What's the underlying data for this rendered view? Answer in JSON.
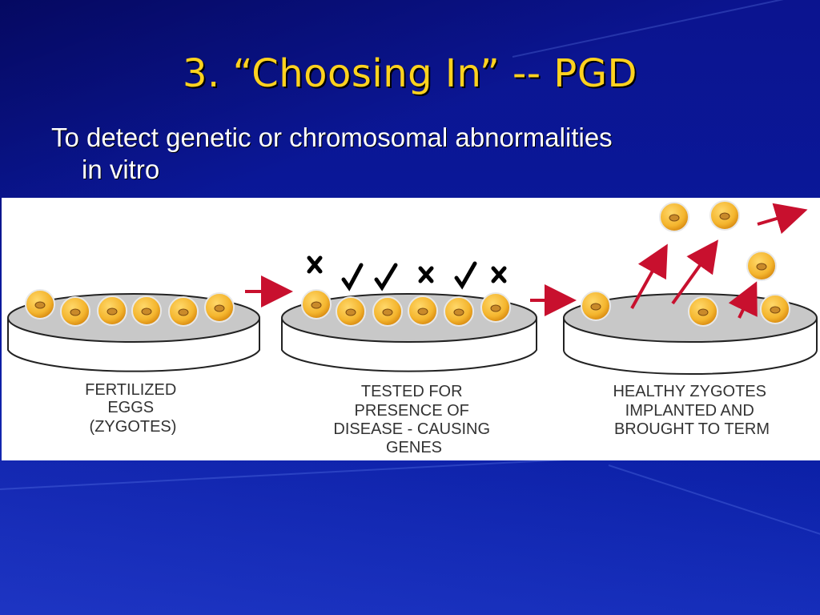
{
  "slide": {
    "title": "3. “Choosing In” -- PGD",
    "bullet_line1": "To detect genetic or chromosomal abnormalities",
    "bullet_line2": "in vitro"
  },
  "diagram": {
    "stage1": {
      "label_lines": [
        "FERTILIZED",
        "EGGS",
        "(ZYGOTES)"
      ]
    },
    "stage2": {
      "label_lines": [
        "TESTED FOR",
        "PRESENCE OF",
        "DISEASE - CAUSING",
        "GENES"
      ],
      "marks": [
        "x",
        "check",
        "check",
        "x",
        "check",
        "x"
      ]
    },
    "stage3": {
      "label_lines": [
        "HEALTHY ZYGOTES",
        "IMPLANTED AND",
        "BROUGHT TO TERM"
      ]
    },
    "colors": {
      "egg_fill": "#f4b52e",
      "egg_nucleus": "#c98a2a",
      "arrow": "#c8102e",
      "dish_fill": "#c8c8c8",
      "background": "#0a1a9e",
      "title": "#ffd21f"
    }
  }
}
